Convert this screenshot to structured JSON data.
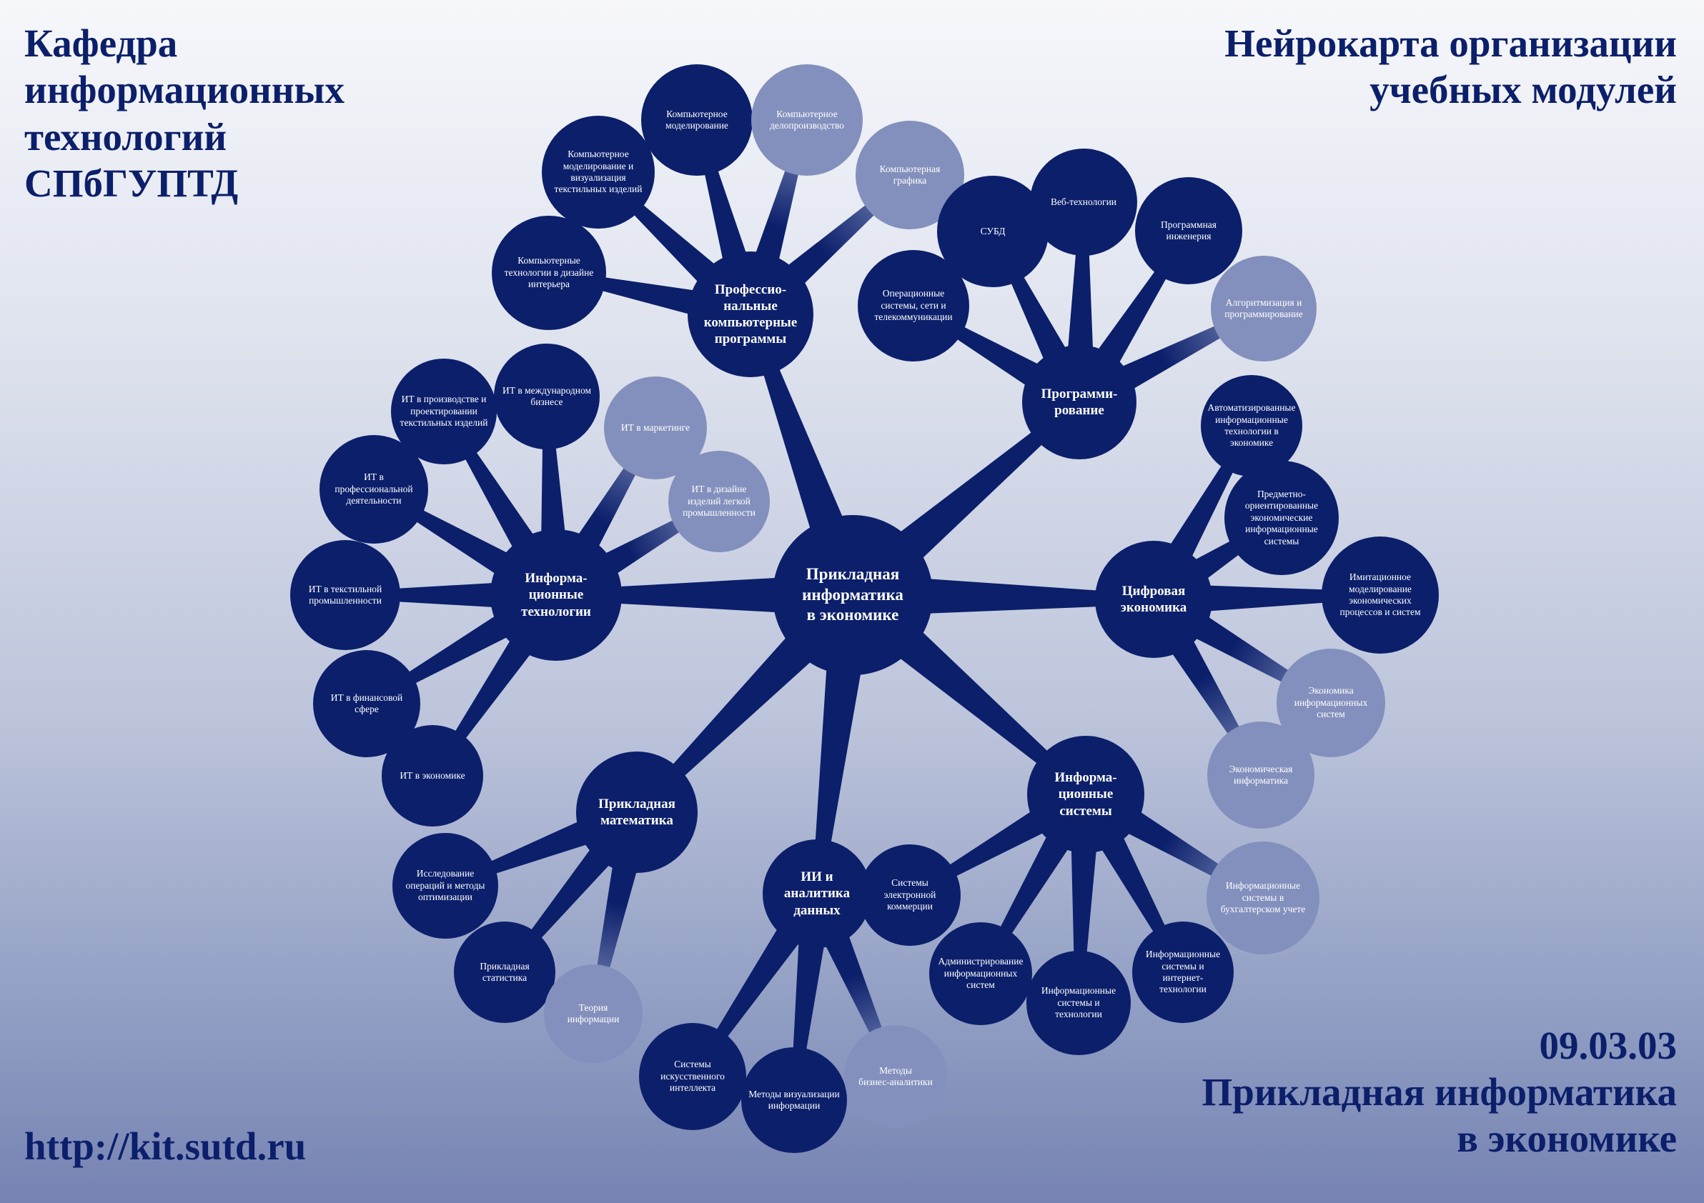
{
  "header": {
    "department_lines": [
      "Кафедра",
      "информационных",
      "технологий",
      "СПбГУПТД"
    ],
    "title_lines": [
      "Нейрокарта организации",
      "учебных модулей"
    ]
  },
  "footer": {
    "code": "09.03.03",
    "program_lines": [
      "Прикладная информатика",
      "в экономике"
    ],
    "url": "http://kit.sutd.ru"
  },
  "colors": {
    "dark": "#0b1f6b",
    "light": "#8390bd",
    "text": "#0b1f6b"
  },
  "center": {
    "label": "Прикладная\nинформатика\nв экономике"
  },
  "branches": [
    {
      "id": "prof",
      "label": "Профессио-\nнальные\nкомпьютерные\nпрограммы",
      "leaves": [
        {
          "label": "Компьютерные\nтехнологии в дизайне\nинтерьера",
          "tone": "dark"
        },
        {
          "label": "Компьютерное\nмоделирование и\nвизуализация\nтекстильных изделий",
          "tone": "dark"
        },
        {
          "label": "Компьютерное\nмоделирование",
          "tone": "dark"
        },
        {
          "label": "Компьютерное\nделопроизводство",
          "tone": "light"
        },
        {
          "label": "Компьютерная\nграфика",
          "tone": "light"
        }
      ]
    },
    {
      "id": "prog",
      "label": "Программи-\nрование",
      "leaves": [
        {
          "label": "Операционные\nсистемы, сети и\nтелекоммуникации",
          "tone": "dark"
        },
        {
          "label": "СУБД",
          "tone": "dark"
        },
        {
          "label": "Веб-технологии",
          "tone": "dark"
        },
        {
          "label": "Программная\nинженерия",
          "tone": "dark"
        },
        {
          "label": "Алгоритмизация и\nпрограммирование",
          "tone": "light"
        }
      ]
    },
    {
      "id": "it",
      "label": "Информа-\nционные\nтехнологии",
      "leaves": [
        {
          "label": "ИТ в международном\nбизнесе",
          "tone": "dark"
        },
        {
          "label": "ИТ в маркетинге",
          "tone": "light"
        },
        {
          "label": "ИТ в дизайне\nизделий легкой\nпромышленности",
          "tone": "light"
        },
        {
          "label": "ИТ в производстве и\nпроектировании\nтекстильных изделий",
          "tone": "dark"
        },
        {
          "label": "ИТ в\nпрофессиональной\nдеятельности",
          "tone": "dark"
        },
        {
          "label": "ИТ в текстильной\nпромышленности",
          "tone": "dark"
        },
        {
          "label": "ИТ в финансовой\nсфере",
          "tone": "dark"
        },
        {
          "label": "ИТ в экономике",
          "tone": "dark"
        }
      ]
    },
    {
      "id": "digital",
      "label": "Цифровая\nэкономика",
      "leaves": [
        {
          "label": "Автоматизированные\nинформационные\nтехнологии в\nэкономике",
          "tone": "dark"
        },
        {
          "label": "Предметно-\nориентированные\nэкономические\nинформационные\nсистемы",
          "tone": "dark"
        },
        {
          "label": "Имитационное\nмоделирование\nэкономических\nпроцессов и систем",
          "tone": "dark"
        },
        {
          "label": "Экономика\nинформационных\nсистем",
          "tone": "light"
        },
        {
          "label": "Экономическая\nинформатика",
          "tone": "light"
        }
      ]
    },
    {
      "id": "is",
      "label": "Информа-\nционные\nсистемы",
      "leaves": [
        {
          "label": "Системы электронной\nкоммерции",
          "tone": "dark"
        },
        {
          "label": "Администрирование\nинформационных\nсистем",
          "tone": "dark"
        },
        {
          "label": "Информационные\nсистемы и технологии",
          "tone": "dark"
        },
        {
          "label": "Информационные\nсистемы и\nинтернет-технологии",
          "tone": "dark"
        },
        {
          "label": "Информационные\nсистемы в\nбухгалтерском учете",
          "tone": "light"
        }
      ]
    },
    {
      "id": "ai",
      "label": "ИИ и\nаналитика\nданных",
      "leaves": [
        {
          "label": "Системы\nискусственного\nинтеллекта",
          "tone": "dark"
        },
        {
          "label": "Методы визуализации\nинформации",
          "tone": "dark"
        },
        {
          "label": "Методы\nбизнес-аналитики",
          "tone": "light"
        }
      ]
    },
    {
      "id": "math",
      "label": "Прикладная\nматематика",
      "leaves": [
        {
          "label": "Исследование\nопераций и методы\nоптимизации",
          "tone": "dark"
        },
        {
          "label": "Прикладная\nстатистика",
          "tone": "dark"
        },
        {
          "label": "Теория\nинформации",
          "tone": "light"
        }
      ]
    }
  ]
}
